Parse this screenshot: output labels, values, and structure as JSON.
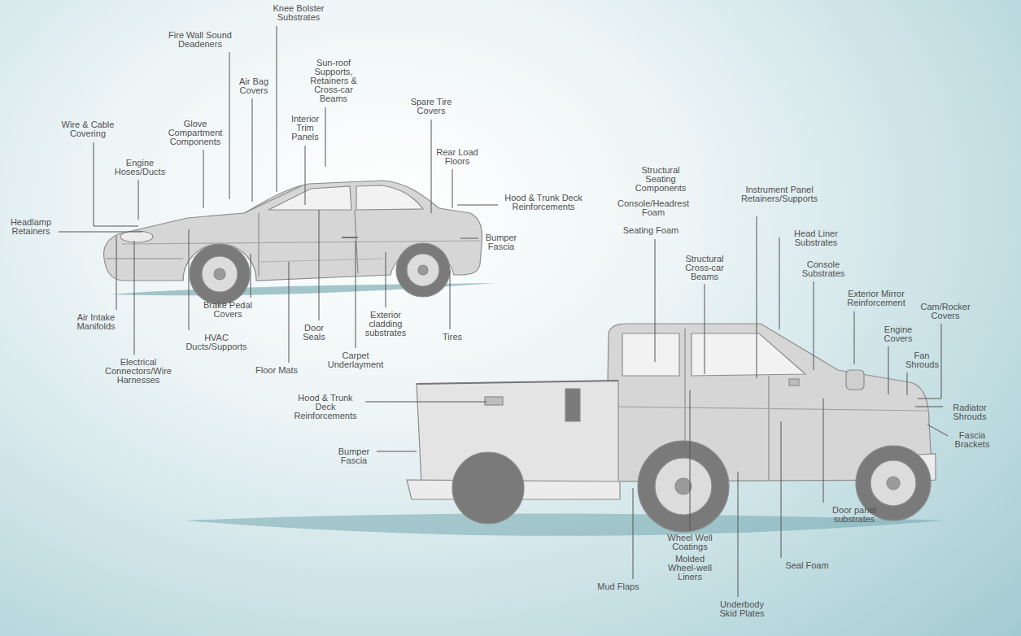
{
  "diagram": {
    "labels": [
      "Knee Bolster Substrates",
      "Fire Wall Sound Deadeners",
      "Sun-roof Supports, Retainers & Cross-car Beams",
      "Air Bag Covers",
      "Spare Tire Covers",
      "Interior Trim Panels",
      "Wire & Cable Covering",
      "Glove Compartment Components",
      "Rear Load Floors",
      "Engine Hoses/Ducts",
      "Structural Seating Components",
      "Hood & Trunk Deck Reinforcements",
      "Instrument Panel Retainers/Supports",
      "Console/Headrest Foam",
      "Headlamp Retainers",
      "Seating Foam",
      "Head Liner Substrates",
      "Bumper Fascia",
      "Structural Cross-car Beams",
      "Console Substrates",
      "Exterior Mirror Reinforcement",
      "Brake Pedal Covers",
      "Cam/Rocker Covers",
      "Exterior cladding substrates",
      "Air Intake Manifolds",
      "Door Seals",
      "Engine Covers",
      "Tires",
      "HVAC Ducts/Supports",
      "Carpet Underlayment",
      "Fan Shrouds",
      "Electrical Connectors/Wire Harnesses",
      "Floor Mats",
      "Hood & Trunk Deck Reinforcements",
      "Radiator Shrouds",
      "Fascia Brackets",
      "Bumper Fascia",
      "Door panel substrates",
      "Wheel Well Coatings",
      "Molded Wheel-well Liners",
      "Seal Foam",
      "Mud Flaps",
      "Underbody Skid Plates"
    ]
  }
}
